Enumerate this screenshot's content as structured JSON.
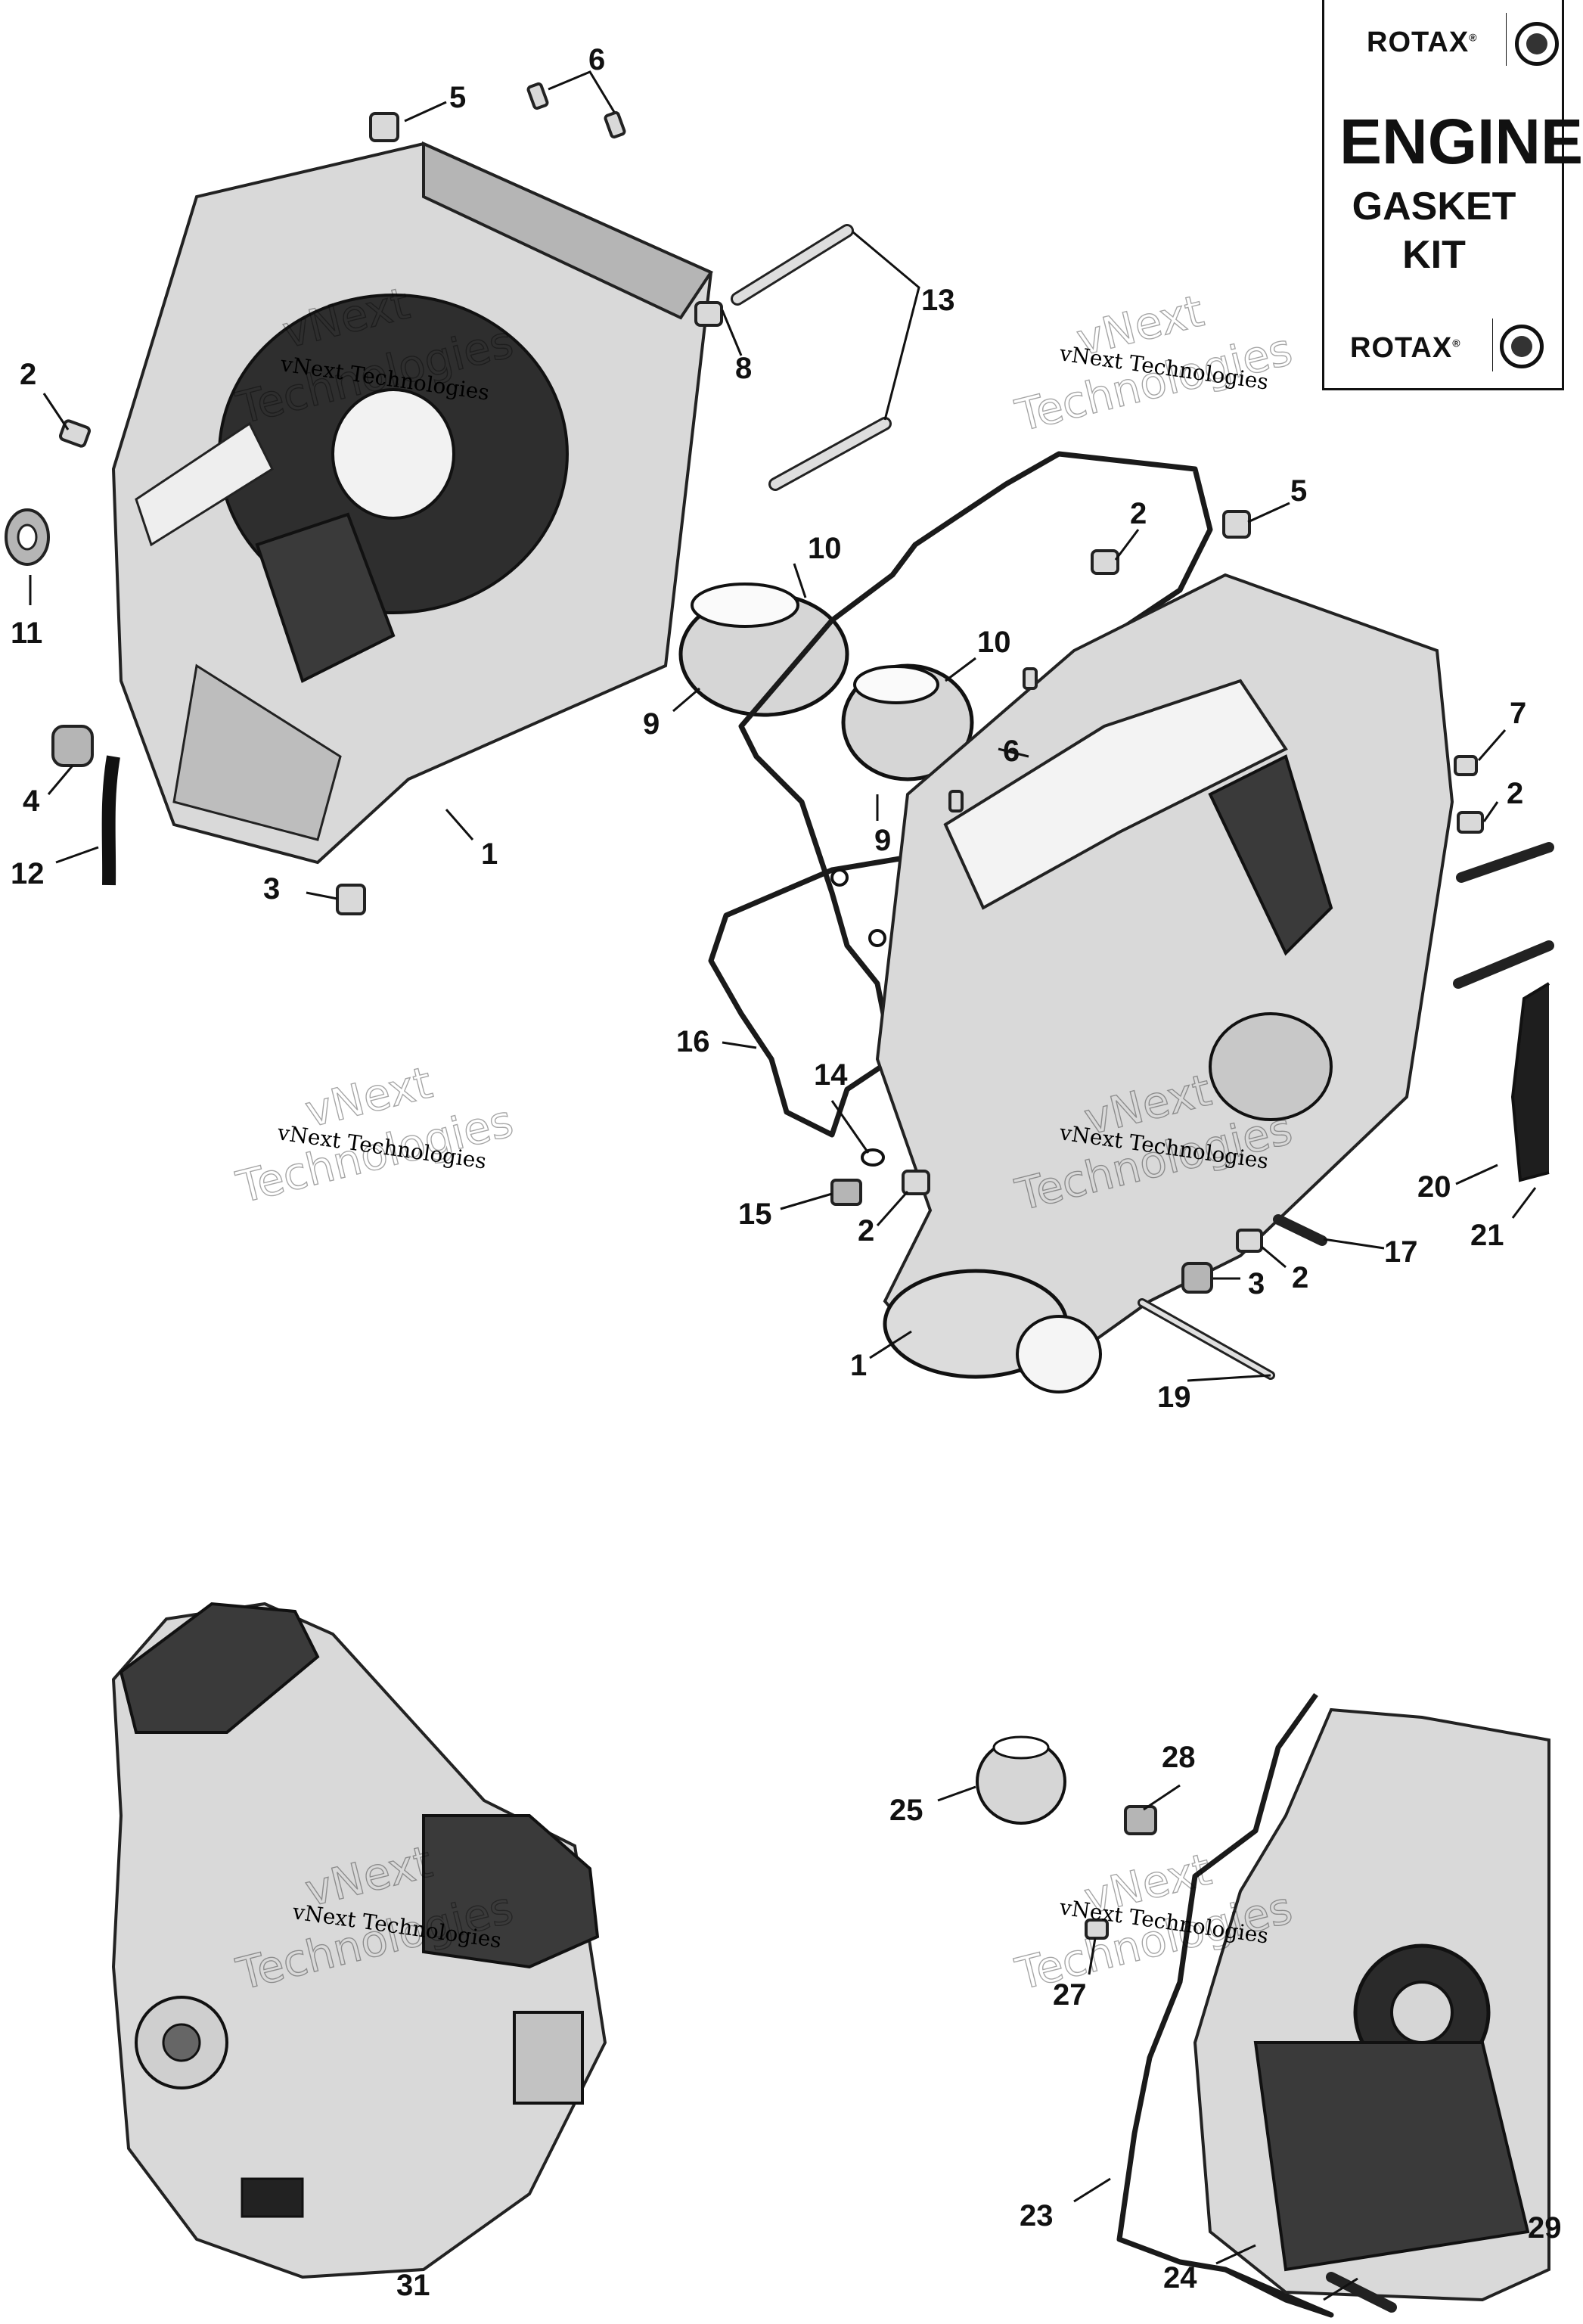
{
  "kit_label": {
    "brand": "ROTAX",
    "logo_icon": "brp-logo-icon",
    "title_line1": "ENGINE",
    "title_line2": "GASKET",
    "title_line3": "KIT"
  },
  "watermark": {
    "line1": "vNext Technologies",
    "large_line1": "vNext",
    "large_line2": "Technologies"
  },
  "callouts": [
    "1",
    "2",
    "3",
    "4",
    "5",
    "6",
    "7",
    "8",
    "9",
    "10",
    "11",
    "12",
    "13",
    "14",
    "15",
    "16",
    "17",
    "19",
    "20",
    "21",
    "23",
    "24",
    "25",
    "27",
    "28",
    "29",
    "31"
  ],
  "colors": {
    "ink": "#111111",
    "part_fill": "#d9d9d9",
    "part_shadow": "#3a3a3a",
    "background": "#ffffff"
  }
}
